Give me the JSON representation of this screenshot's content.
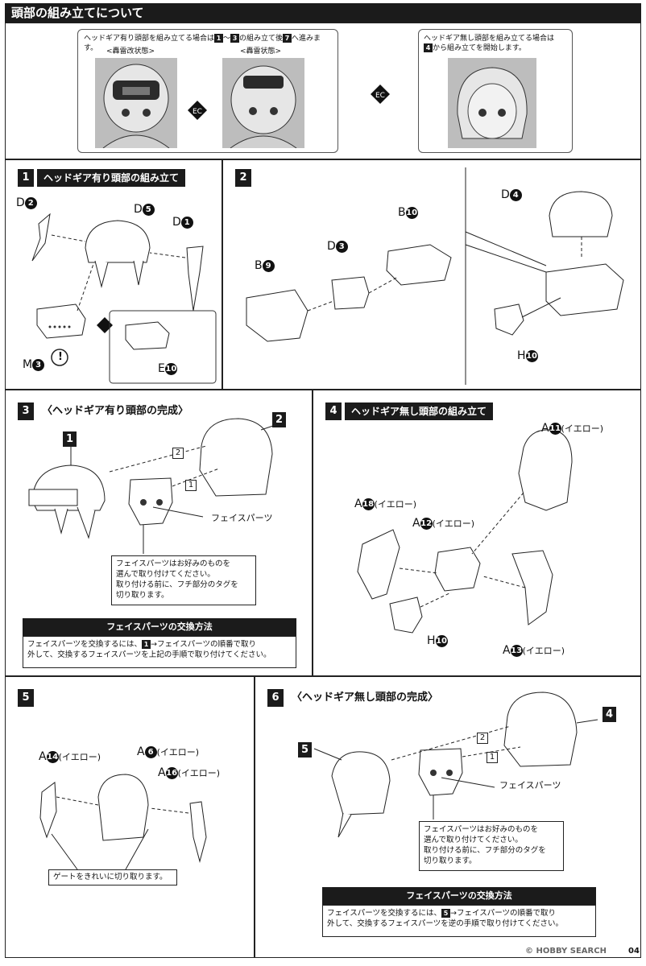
{
  "header": {
    "title": "頭部の組み立てについて"
  },
  "intro": {
    "headgear_note": "ヘッドギア有り頭部を組み立てる場合は",
    "headgear_range_a": "1",
    "headgear_tilde": "〜",
    "headgear_range_b": "3",
    "headgear_note_mid": "の組み立て後",
    "headgear_step": "7",
    "headgear_note_end": "へ進みます。",
    "state1": "<轟雷改状態>",
    "state2": "<轟雷状態>",
    "no_headgear_line1": "ヘッドギア無し頭部を組み立てる場合は",
    "no_headgear_step": "4",
    "no_headgear_line2": "から組み立てを開始します。"
  },
  "step1": {
    "num": "1",
    "title": "ヘッドギア有り頭部の組み立て",
    "parts": [
      {
        "letter": "D",
        "num": "2"
      },
      {
        "letter": "D",
        "num": "5"
      },
      {
        "letter": "D",
        "num": "1"
      },
      {
        "letter": "M",
        "num": "3"
      },
      {
        "letter": "E",
        "num": "10"
      }
    ],
    "caution": "!"
  },
  "step2": {
    "num": "2",
    "parts": [
      {
        "letter": "B",
        "num": "10"
      },
      {
        "letter": "D",
        "num": "3"
      },
      {
        "letter": "B",
        "num": "9"
      },
      {
        "letter": "D",
        "num": "4"
      },
      {
        "letter": "H",
        "num": "10"
      }
    ]
  },
  "step3": {
    "num": "3",
    "title": "〈ヘッドギア有り頭部の完成〉",
    "ref_a": "1",
    "ref_b": "2",
    "order1": "1",
    "order2": "2",
    "face_parts": "フェイスパーツ",
    "callout": [
      "フェイスパーツはお好みのものを",
      "選んで取り付けてください。",
      "取り付ける前に、フチ部分のタグを",
      "切り取ります。"
    ],
    "exchange_title": "フェイスパーツの交換方法",
    "exchange_pre": "フェイスパーツを交換するには、",
    "exchange_step": "1",
    "exchange_line1_end": "→フェイスパーツの順番で取り",
    "exchange_line2": "外して、交換するフェイスパーツを上記の手順で取り付けてください。"
  },
  "step4": {
    "num": "4",
    "title": "ヘッドギア無し頭部の組み立て",
    "yellow": "(イエロー)",
    "parts": [
      {
        "letter": "A",
        "num": "11"
      },
      {
        "letter": "A",
        "num": "18"
      },
      {
        "letter": "A",
        "num": "12"
      },
      {
        "letter": "H",
        "num": "10"
      },
      {
        "letter": "A",
        "num": "13"
      }
    ]
  },
  "step5": {
    "num": "5",
    "yellow": "(イエロー)",
    "parts": [
      {
        "letter": "A",
        "num": "14"
      },
      {
        "letter": "A",
        "num": "6"
      },
      {
        "letter": "A",
        "num": "16"
      }
    ],
    "gate_note": "ゲートをきれいに切り取ります。"
  },
  "step6": {
    "num": "6",
    "title": "〈ヘッドギア無し頭部の完成〉",
    "ref_a": "5",
    "ref_b": "4",
    "order1": "1",
    "order2": "2",
    "face_parts": "フェイスパーツ",
    "callout": [
      "フェイスパーツはお好みのものを",
      "選んで取り付けてください。",
      "取り付ける前に、フチ部分のタグを",
      "切り取ります。"
    ],
    "exchange_title": "フェイスパーツの交換方法",
    "exchange_pre": "フェイスパーツを交換するには、",
    "exchange_step": "5",
    "exchange_line1_end": "→フェイスパーツの順番で取り",
    "exchange_line2": "外して、交換するフェイスパーツを逆の手順で取り付けてください。"
  },
  "footer": {
    "watermark": "© HOBBY SEARCH",
    "page": "04"
  },
  "colors": {
    "ink": "#1b1b1b",
    "photo_gray": "#bdbdbd",
    "paper": "#ffffff"
  }
}
